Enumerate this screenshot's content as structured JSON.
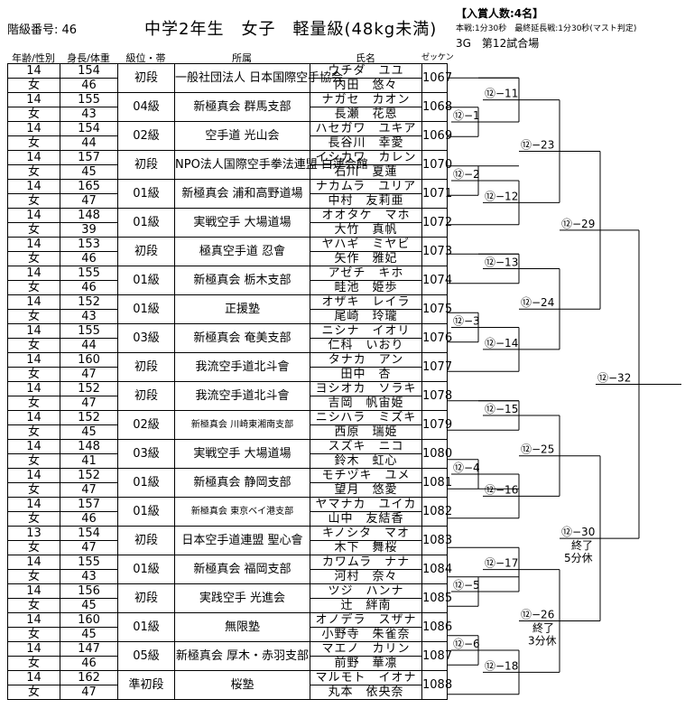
{
  "header": {
    "class_no": "階級番号: 46",
    "title": "中学2年生　女子　軽量級(48kg未満)",
    "info1": "【入賞人数:4名】",
    "info2": "本戦:1分30秒　最終延長戦:1分30秒(マスト判定)",
    "info3": "3G　第12試合場"
  },
  "columns": {
    "age_gender": "年齢/性別",
    "height_weight": "身長/体重",
    "rank": "級位・帯",
    "affiliation": "所属",
    "name": "氏名",
    "zekken": "ゼッケン"
  },
  "players": [
    {
      "age": "14",
      "gender": "女",
      "height": "154",
      "weight": "46",
      "rank": "初段",
      "aff": "一般社団法人 日本国際空手協会",
      "aff_size": "small",
      "kana": "ウチダ　ユユ",
      "kanji": "内田　悠々",
      "zekken": "1067"
    },
    {
      "age": "14",
      "gender": "女",
      "height": "155",
      "weight": "43",
      "rank": "04級",
      "aff": "新極真会 群馬支部",
      "aff_size": "mid",
      "kana": "ナガセ　カオン",
      "kanji": "長瀬　花恩",
      "zekken": "1068"
    },
    {
      "age": "14",
      "gender": "女",
      "height": "154",
      "weight": "44",
      "rank": "02級",
      "aff": "空手道 光山会",
      "aff_size": "mid",
      "kana": "ハセガワ　ユキア",
      "kanji": "長谷川　幸愛",
      "zekken": "1069"
    },
    {
      "age": "14",
      "gender": "女",
      "height": "157",
      "weight": "45",
      "rank": "初段",
      "aff": "NPO法人国際空手拳法連盟 白蓮会館",
      "aff_size": "small",
      "kana": "イシカワ　カレン",
      "kanji": "石川　夏蓮",
      "zekken": "1070"
    },
    {
      "age": "14",
      "gender": "女",
      "height": "165",
      "weight": "47",
      "rank": "01級",
      "aff": "新極真会 浦和高野道場",
      "aff_size": "med",
      "kana": "ナカムラ　ユリア",
      "kanji": "中村　友莉亜",
      "zekken": "1071"
    },
    {
      "age": "14",
      "gender": "女",
      "height": "148",
      "weight": "39",
      "rank": "01級",
      "aff": "実戦空手 大場道場",
      "aff_size": "mid",
      "kana": "オオタケ　マホ",
      "kanji": "大竹　真帆",
      "zekken": "1072"
    },
    {
      "age": "14",
      "gender": "女",
      "height": "153",
      "weight": "46",
      "rank": "初段",
      "aff": "極真空手道 忍會",
      "aff_size": "mid",
      "kana": "ヤハギ　ミヤビ",
      "kanji": "矢作　雅妃",
      "zekken": "1073"
    },
    {
      "age": "14",
      "gender": "女",
      "height": "155",
      "weight": "46",
      "rank": "01級",
      "aff": "新極真会 栃木支部",
      "aff_size": "mid",
      "kana": "アゼチ　キホ",
      "kanji": "畦池　姫歩",
      "zekken": "1074"
    },
    {
      "age": "14",
      "gender": "女",
      "height": "152",
      "weight": "43",
      "rank": "01級",
      "aff": "正援塾",
      "aff_size": "mid",
      "kana": "オザキ　レイラ",
      "kanji": "尾崎　玲瓏",
      "zekken": "1075"
    },
    {
      "age": "14",
      "gender": "女",
      "height": "155",
      "weight": "44",
      "rank": "03級",
      "aff": "新極真会 奄美支部",
      "aff_size": "mid",
      "kana": "ニシナ　イオリ",
      "kanji": "仁科　いおり",
      "zekken": "1076"
    },
    {
      "age": "14",
      "gender": "女",
      "height": "160",
      "weight": "47",
      "rank": "初段",
      "aff": "我流空手道北斗會",
      "aff_size": "mid",
      "kana": "タナカ　アン",
      "kanji": "田中　杏",
      "zekken": "1077"
    },
    {
      "age": "14",
      "gender": "女",
      "height": "152",
      "weight": "47",
      "rank": "初段",
      "aff": "我流空手道北斗會",
      "aff_size": "mid",
      "kana": "ヨシオカ　ソラキ",
      "kanji": "吉岡　帆宙姫",
      "zekken": "1078"
    },
    {
      "age": "14",
      "gender": "女",
      "height": "152",
      "weight": "45",
      "rank": "02級",
      "aff": "新極真会 川崎東湘南支部",
      "aff_size": "small2",
      "kana": "ニシハラ　ミズキ",
      "kanji": "西原　瑞姫",
      "zekken": "1079"
    },
    {
      "age": "14",
      "gender": "女",
      "height": "148",
      "weight": "41",
      "rank": "03級",
      "aff": "実戦空手 大場道場",
      "aff_size": "mid",
      "kana": "スズキ　ニコ",
      "kanji": "鈴木　虹心",
      "zekken": "1080"
    },
    {
      "age": "14",
      "gender": "女",
      "height": "152",
      "weight": "47",
      "rank": "01級",
      "aff": "新極真会 静岡支部",
      "aff_size": "mid",
      "kana": "モチヅキ　ユメ",
      "kanji": "望月　悠愛",
      "zekken": "1081"
    },
    {
      "age": "14",
      "gender": "女",
      "height": "157",
      "weight": "46",
      "rank": "01級",
      "aff": "新極真会 東京ベイ港支部",
      "aff_size": "small2",
      "kana": "ヤマナカ　ユイカ",
      "kanji": "山中　友結香",
      "zekken": "1082"
    },
    {
      "age": "13",
      "gender": "女",
      "height": "154",
      "weight": "47",
      "rank": "初段",
      "aff": "日本空手道連盟 聖心會",
      "aff_size": "med",
      "kana": "キノシタ　マオ",
      "kanji": "木下　舞桜",
      "zekken": "1083"
    },
    {
      "age": "14",
      "gender": "女",
      "height": "155",
      "weight": "43",
      "rank": "01級",
      "aff": "新極真会 福岡支部",
      "aff_size": "mid",
      "kana": "カワムラ　ナナ",
      "kanji": "河村　奈々",
      "zekken": "1084"
    },
    {
      "age": "14",
      "gender": "女",
      "height": "156",
      "weight": "45",
      "rank": "初段",
      "aff": "実践空手 光進会",
      "aff_size": "mid",
      "kana": "ツジ　ハンナ",
      "kanji": "辻　絆南",
      "zekken": "1085"
    },
    {
      "age": "14",
      "gender": "女",
      "height": "160",
      "weight": "45",
      "rank": "01級",
      "aff": "無限塾",
      "aff_size": "mid",
      "kana": "オノデラ　スザナ",
      "kanji": "小野寺　朱雀奈",
      "zekken": "1086"
    },
    {
      "age": "14",
      "gender": "女",
      "height": "147",
      "weight": "46",
      "rank": "05級",
      "aff": "新極真会 厚木・赤羽支部",
      "aff_size": "med",
      "kana": "マエノ　カリン",
      "kanji": "前野　華凛",
      "zekken": "1087"
    },
    {
      "age": "14",
      "gender": "女",
      "height": "162",
      "weight": "47",
      "rank": "準初段",
      "aff": "桜塾",
      "aff_size": "mid",
      "kana": "マルモト　イオナ",
      "kanji": "丸本　依央奈",
      "zekken": "1088"
    }
  ],
  "bracket": {
    "r1_1": "⑫−1",
    "r1_2": "⑫−2",
    "r1_3": "⑫−3",
    "r1_4": "⑫−4",
    "r1_5": "⑫−5",
    "r1_6": "⑫−6",
    "r2_11": "⑫−11",
    "r2_12": "⑫−12",
    "r2_13": "⑫−13",
    "r2_14": "⑫−14",
    "r2_15": "⑫−15",
    "r2_16": "⑫−16",
    "r2_17": "⑫−17",
    "r2_18": "⑫−18",
    "r3_23": "⑫−23",
    "r3_24": "⑫−24",
    "r3_25": "⑫−25",
    "r3_26": "⑫−26",
    "r3_26_note1": "終了",
    "r3_26_note2": "3分休",
    "r4_29": "⑫−29",
    "r4_30": "⑫−30",
    "r4_30_note1": "終了",
    "r4_30_note2": "5分休",
    "final_32": "⑫−32"
  }
}
